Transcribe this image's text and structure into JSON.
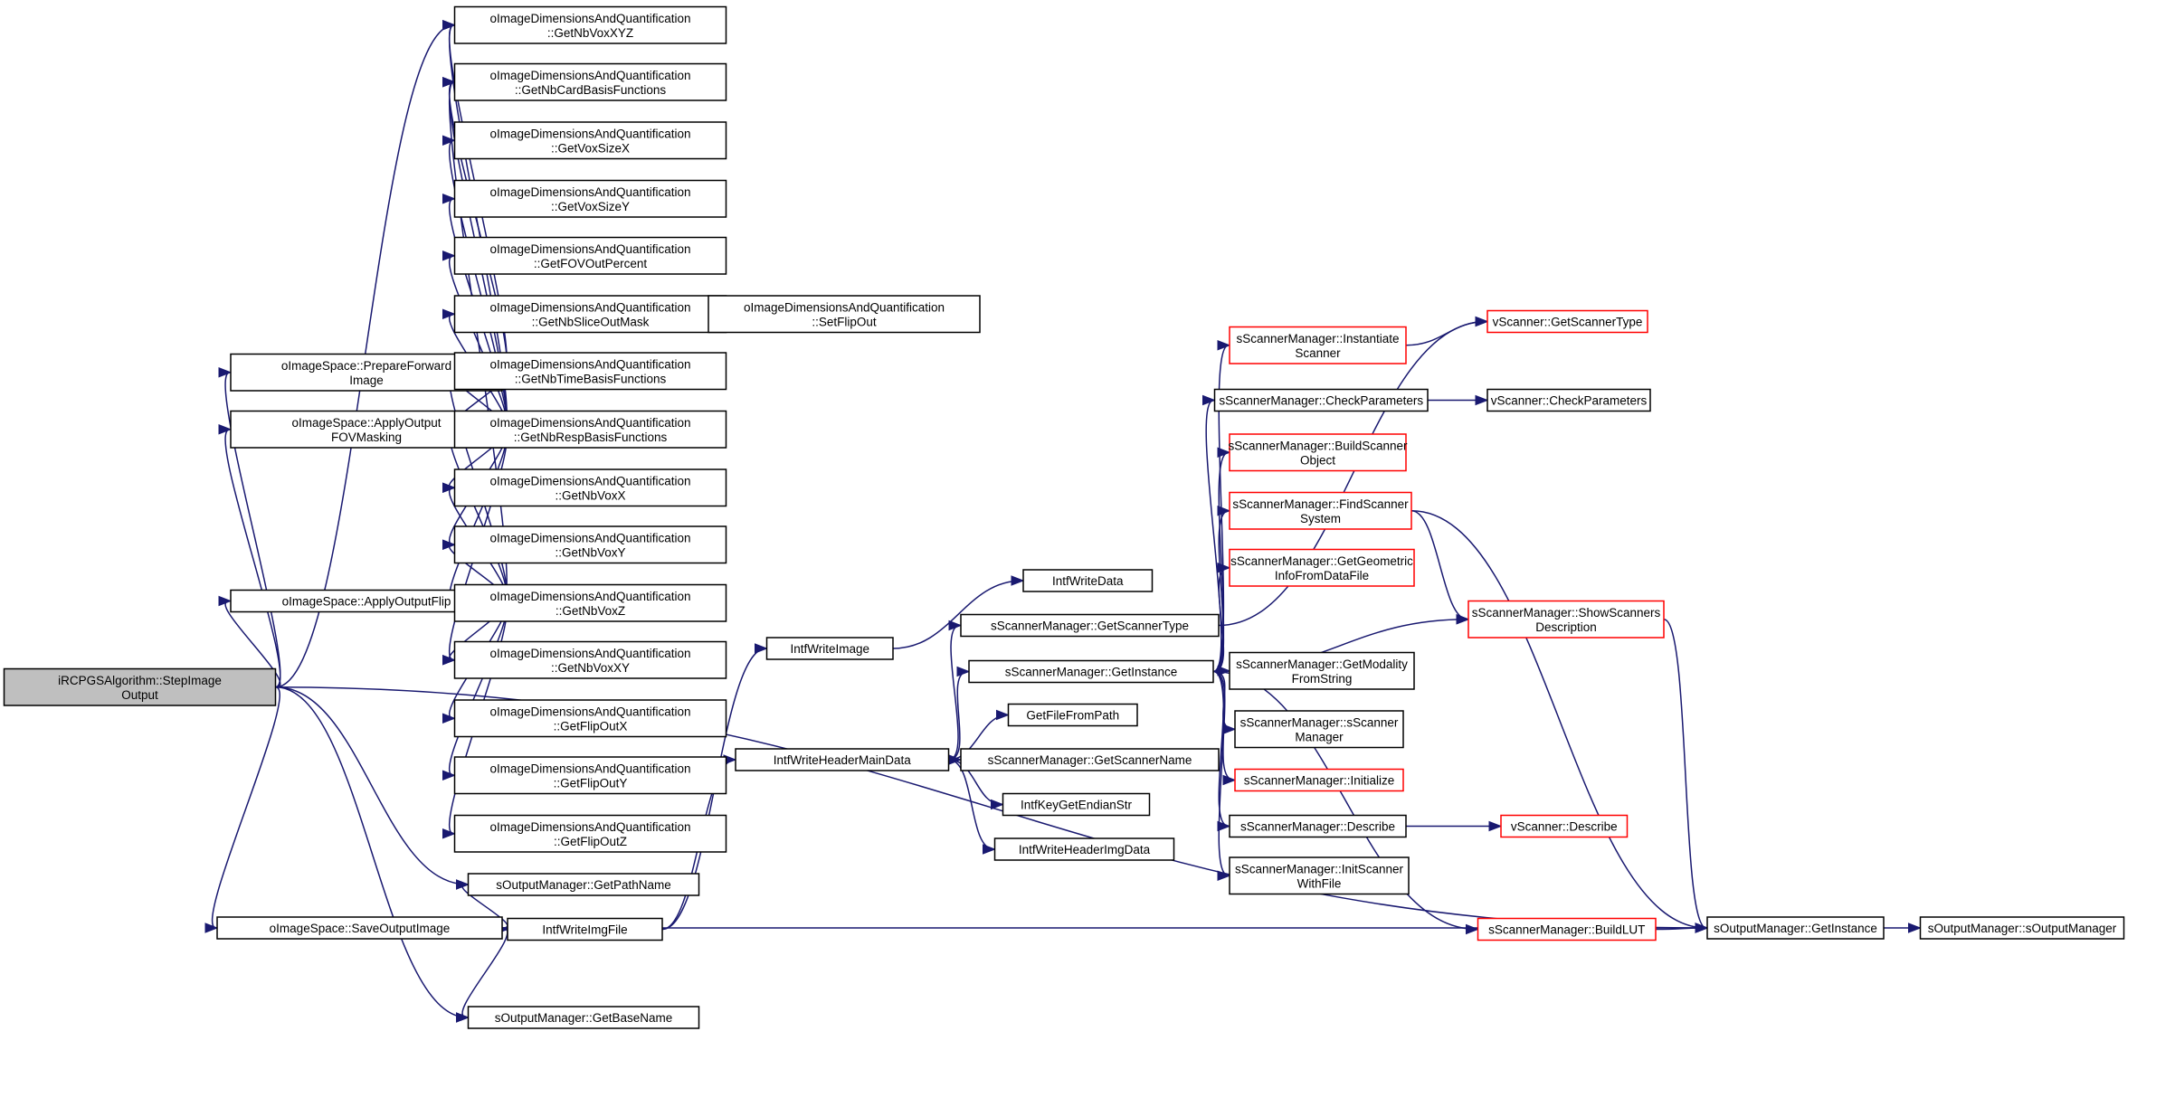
{
  "nodes": [
    {
      "id": "root",
      "lines": [
        "iRCPGSAlgorithm::StepImage",
        "Output"
      ],
      "root": true
    },
    {
      "id": "prep",
      "lines": [
        "oImageSpace::PrepareForward",
        "Image"
      ]
    },
    {
      "id": "fov",
      "lines": [
        "oImageSpace::ApplyOutput",
        "FOVMasking"
      ]
    },
    {
      "id": "flip",
      "lines": [
        "oImageSpace::ApplyOutputFlip"
      ]
    },
    {
      "id": "save",
      "lines": [
        "oImageSpace::SaveOutputImage"
      ]
    },
    {
      "id": "nbxyz",
      "lines": [
        "oImageDimensionsAndQuantification",
        "::GetNbVoxXYZ"
      ]
    },
    {
      "id": "nbcard",
      "lines": [
        "oImageDimensionsAndQuantification",
        "::GetNbCardBasisFunctions"
      ]
    },
    {
      "id": "vsx",
      "lines": [
        "oImageDimensionsAndQuantification",
        "::GetVoxSizeX"
      ]
    },
    {
      "id": "vsy",
      "lines": [
        "oImageDimensionsAndQuantification",
        "::GetVoxSizeY"
      ]
    },
    {
      "id": "fovp",
      "lines": [
        "oImageDimensionsAndQuantification",
        "::GetFOVOutPercent"
      ]
    },
    {
      "id": "nbslice",
      "lines": [
        "oImageDimensionsAndQuantification",
        "::GetNbSliceOutMask"
      ]
    },
    {
      "id": "setflip",
      "lines": [
        "oImageDimensionsAndQuantification",
        "::SetFlipOut"
      ]
    },
    {
      "id": "nbtime",
      "lines": [
        "oImageDimensionsAndQuantification",
        "::GetNbTimeBasisFunctions"
      ]
    },
    {
      "id": "nbresp",
      "lines": [
        "oImageDimensionsAndQuantification",
        "::GetNbRespBasisFunctions"
      ]
    },
    {
      "id": "nbx",
      "lines": [
        "oImageDimensionsAndQuantification",
        "::GetNbVoxX"
      ]
    },
    {
      "id": "nby",
      "lines": [
        "oImageDimensionsAndQuantification",
        "::GetNbVoxY"
      ]
    },
    {
      "id": "nbz",
      "lines": [
        "oImageDimensionsAndQuantification",
        "::GetNbVoxZ"
      ]
    },
    {
      "id": "nbxy",
      "lines": [
        "oImageDimensionsAndQuantification",
        "::GetNbVoxXY"
      ]
    },
    {
      "id": "fx",
      "lines": [
        "oImageDimensionsAndQuantification",
        "::GetFlipOutX"
      ]
    },
    {
      "id": "fy",
      "lines": [
        "oImageDimensionsAndQuantification",
        "::GetFlipOutY"
      ]
    },
    {
      "id": "fz",
      "lines": [
        "oImageDimensionsAndQuantification",
        "::GetFlipOutZ"
      ]
    },
    {
      "id": "path",
      "lines": [
        "sOutputManager::GetPathName"
      ]
    },
    {
      "id": "imgfile",
      "lines": [
        "IntfWriteImgFile"
      ]
    },
    {
      "id": "base",
      "lines": [
        "sOutputManager::GetBaseName"
      ]
    },
    {
      "id": "wimage",
      "lines": [
        "IntfWriteImage"
      ]
    },
    {
      "id": "wdata",
      "lines": [
        "IntfWriteData"
      ]
    },
    {
      "id": "hmain",
      "lines": [
        "IntfWriteHeaderMainData"
      ]
    },
    {
      "id": "gstype",
      "lines": [
        "sScannerManager::GetScannerType"
      ]
    },
    {
      "id": "ginst",
      "lines": [
        "sScannerManager::GetInstance"
      ]
    },
    {
      "id": "gffp",
      "lines": [
        "GetFileFromPath"
      ]
    },
    {
      "id": "gsname",
      "lines": [
        "sScannerManager::GetScannerName"
      ]
    },
    {
      "id": "endian",
      "lines": [
        "IntfKeyGetEndianStr"
      ]
    },
    {
      "id": "hmgdata",
      "lines": [
        "IntfWriteHeaderImgData"
      ]
    },
    {
      "id": "inst",
      "lines": [
        "sScannerManager::Instantiate",
        "Scanner"
      ],
      "red": true
    },
    {
      "id": "check",
      "lines": [
        "sScannerManager::CheckParameters"
      ]
    },
    {
      "id": "build",
      "lines": [
        "sScannerManager::BuildScanner",
        "Object"
      ],
      "red": true
    },
    {
      "id": "find",
      "lines": [
        "sScannerManager::FindScanner",
        "System"
      ],
      "red": true
    },
    {
      "id": "geo",
      "lines": [
        "sScannerManager::GetGeometric",
        "InfoFromDataFile"
      ],
      "red": true
    },
    {
      "id": "modal",
      "lines": [
        "sScannerManager::GetModality",
        "FromString"
      ]
    },
    {
      "id": "ctor",
      "lines": [
        "sScannerManager::sScanner",
        "Manager"
      ]
    },
    {
      "id": "init",
      "lines": [
        "sScannerManager::Initialize"
      ],
      "red": true
    },
    {
      "id": "desc",
      "lines": [
        "sScannerManager::Describe"
      ]
    },
    {
      "id": "initfile",
      "lines": [
        "sScannerManager::InitScanner",
        "WithFile"
      ]
    },
    {
      "id": "lut",
      "lines": [
        "sScannerManager::BuildLUT"
      ],
      "red": true
    },
    {
      "id": "vtype",
      "lines": [
        "vScanner::GetScannerType"
      ],
      "red": true
    },
    {
      "id": "vcheck",
      "lines": [
        "vScanner::CheckParameters"
      ]
    },
    {
      "id": "show",
      "lines": [
        "sScannerManager::ShowScanners",
        "Description"
      ],
      "red": true
    },
    {
      "id": "vdesc",
      "lines": [
        "vScanner::Describe"
      ],
      "red": true
    },
    {
      "id": "oinst",
      "lines": [
        "sOutputManager::GetInstance"
      ]
    },
    {
      "id": "octor",
      "lines": [
        "sOutputManager::sOutputManager"
      ]
    }
  ],
  "edges": [
    [
      "root",
      "nbxyz"
    ],
    [
      "root",
      "prep"
    ],
    [
      "root",
      "fov"
    ],
    [
      "root",
      "flip"
    ],
    [
      "root",
      "save"
    ],
    [
      "root",
      "path"
    ],
    [
      "root",
      "base"
    ],
    [
      "root",
      "oinst"
    ],
    [
      "prep",
      "nbxyz"
    ],
    [
      "prep",
      "nbcard"
    ],
    [
      "prep",
      "nbtime"
    ],
    [
      "prep",
      "nbresp"
    ],
    [
      "fov",
      "nbxyz"
    ],
    [
      "fov",
      "nbcard"
    ],
    [
      "fov",
      "vsx"
    ],
    [
      "fov",
      "vsy"
    ],
    [
      "fov",
      "fovp"
    ],
    [
      "fov",
      "nbslice"
    ],
    [
      "fov",
      "nbtime"
    ],
    [
      "fov",
      "nbresp"
    ],
    [
      "fov",
      "nbx"
    ],
    [
      "fov",
      "nby"
    ],
    [
      "fov",
      "nbz"
    ],
    [
      "fov",
      "nbxy"
    ],
    [
      "flip",
      "nbcard"
    ],
    [
      "flip",
      "nbtime"
    ],
    [
      "flip",
      "nbresp"
    ],
    [
      "flip",
      "nbx"
    ],
    [
      "flip",
      "nby"
    ],
    [
      "flip",
      "nbz"
    ],
    [
      "flip",
      "nbxy"
    ],
    [
      "flip",
      "fx"
    ],
    [
      "flip",
      "fy"
    ],
    [
      "flip",
      "fz"
    ],
    [
      "nbslice",
      "setflip"
    ],
    [
      "save",
      "path"
    ],
    [
      "save",
      "imgfile"
    ],
    [
      "save",
      "base"
    ],
    [
      "save",
      "oinst"
    ],
    [
      "imgfile",
      "wimage"
    ],
    [
      "imgfile",
      "hmain"
    ],
    [
      "wimage",
      "wdata"
    ],
    [
      "hmain",
      "gstype"
    ],
    [
      "hmain",
      "ginst"
    ],
    [
      "hmain",
      "gffp"
    ],
    [
      "hmain",
      "gsname"
    ],
    [
      "hmain",
      "endian"
    ],
    [
      "hmain",
      "hmgdata"
    ],
    [
      "gstype",
      "vtype"
    ],
    [
      "ginst",
      "inst"
    ],
    [
      "ginst",
      "check"
    ],
    [
      "ginst",
      "build"
    ],
    [
      "ginst",
      "find"
    ],
    [
      "ginst",
      "geo"
    ],
    [
      "ginst",
      "show"
    ],
    [
      "ginst",
      "modal"
    ],
    [
      "ginst",
      "ctor"
    ],
    [
      "ginst",
      "init"
    ],
    [
      "ginst",
      "desc"
    ],
    [
      "ginst",
      "initfile"
    ],
    [
      "ginst",
      "lut"
    ],
    [
      "inst",
      "vtype"
    ],
    [
      "check",
      "vcheck"
    ],
    [
      "find",
      "show"
    ],
    [
      "find",
      "oinst"
    ],
    [
      "show",
      "oinst"
    ],
    [
      "desc",
      "vdesc"
    ],
    [
      "lut",
      "oinst"
    ],
    [
      "oinst",
      "octor"
    ]
  ]
}
